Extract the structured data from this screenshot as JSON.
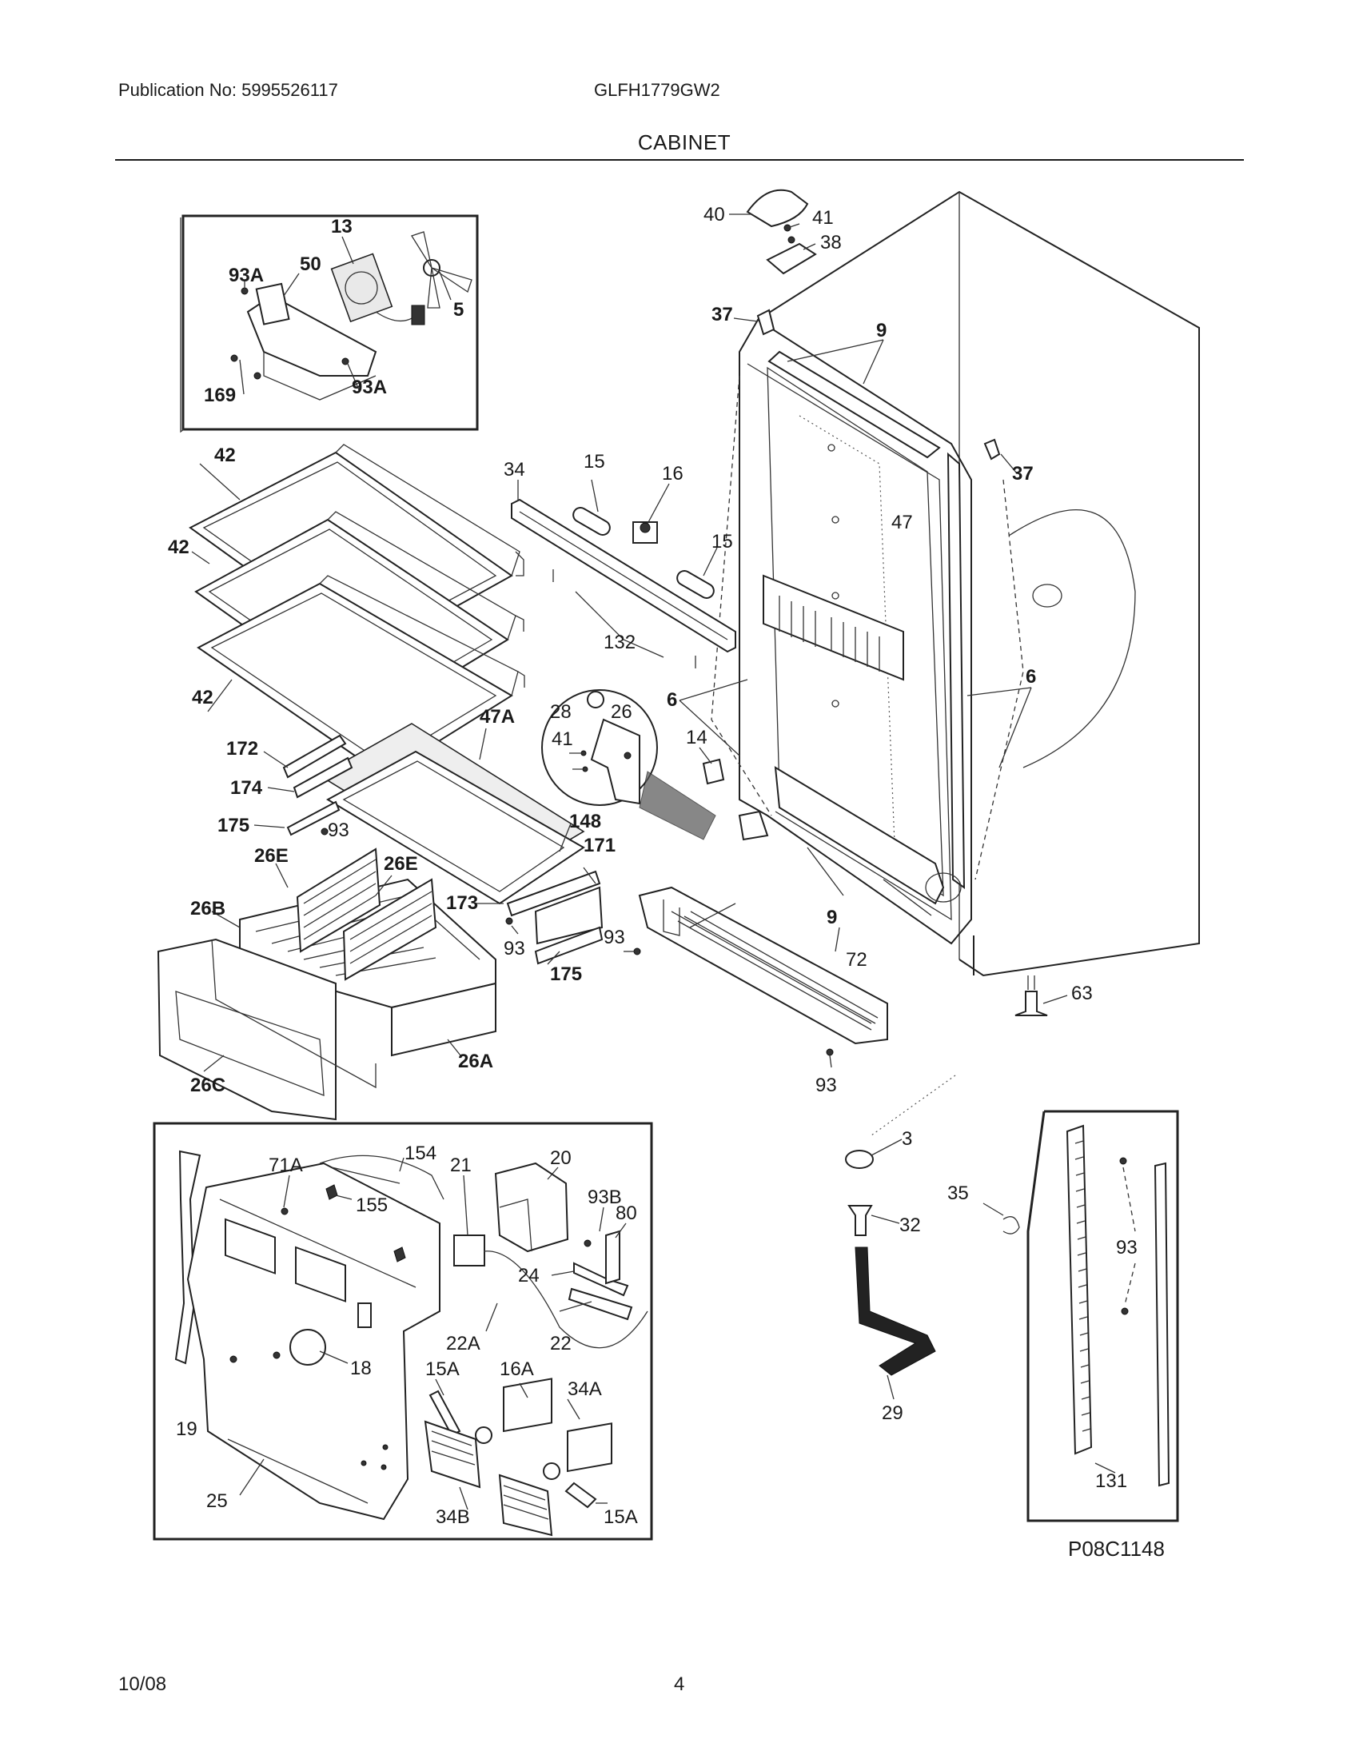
{
  "header": {
    "publication": "Publication No: 5995526117",
    "model": "GLFH1779GW2",
    "section_title": "CABINET"
  },
  "footer": {
    "date": "10/08",
    "page_number": "4"
  },
  "figure_code": "P08C1148",
  "part_labels": {
    "inset_fan": [
      "13",
      "50",
      "93A",
      "5",
      "169",
      "93A"
    ],
    "hinge_top": [
      "40",
      "41",
      "38",
      "37",
      "9",
      "37"
    ],
    "shelves": [
      "42",
      "42",
      "42"
    ],
    "cabinet": [
      "34",
      "15",
      "16",
      "15",
      "47",
      "132",
      "6",
      "6",
      "28",
      "26",
      "41",
      "14"
    ],
    "crisper": [
      "47A",
      "172",
      "174",
      "175",
      "93",
      "148",
      "171",
      "26E",
      "26E",
      "26B",
      "173",
      "93",
      "93",
      "175",
      "26A",
      "26C"
    ],
    "bottom": [
      "9",
      "72",
      "93",
      "63",
      "93"
    ],
    "inset_control": [
      "71A",
      "154",
      "21",
      "20",
      "93B",
      "80",
      "155",
      "24",
      "22A",
      "22",
      "18",
      "15A",
      "16A",
      "34A",
      "19",
      "25",
      "34B",
      "15A"
    ],
    "drain": [
      "3",
      "35",
      "32",
      "29"
    ],
    "inset_rails": [
      "93",
      "131"
    ]
  },
  "colors": {
    "ink": "#1a1a1a",
    "paper": "#ffffff"
  }
}
